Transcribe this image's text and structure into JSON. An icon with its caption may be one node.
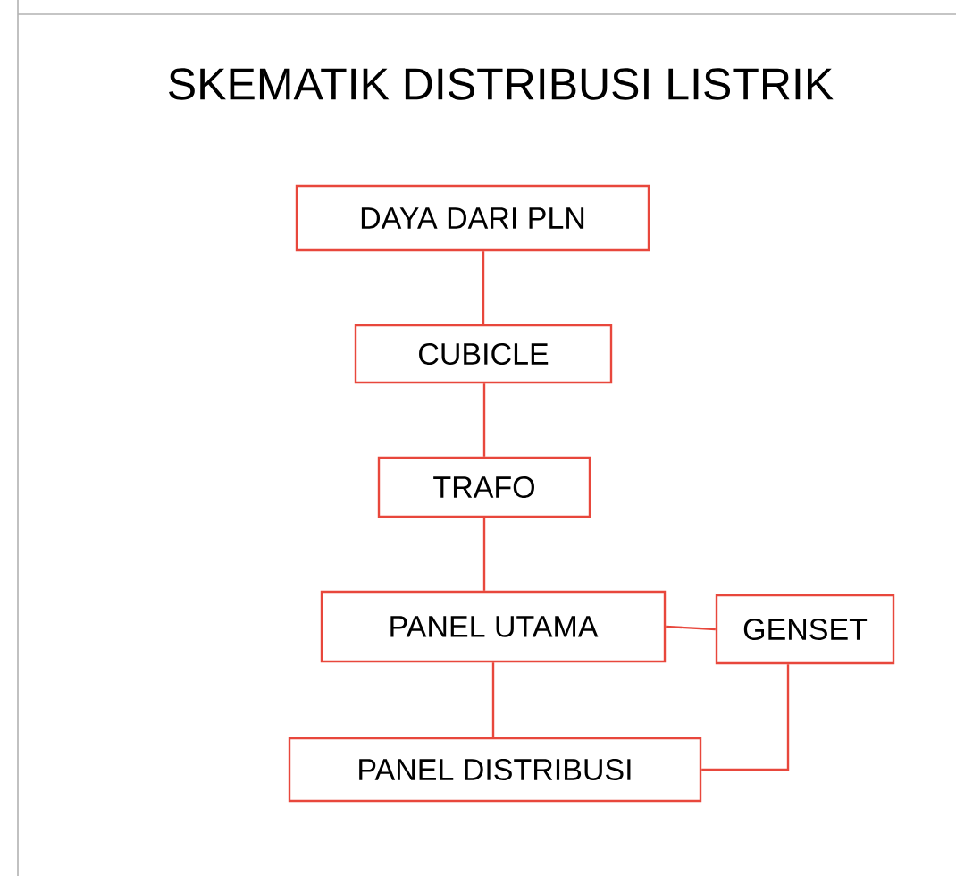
{
  "diagram": {
    "title": "SKEMATIK DISTRIBUSI LISTRIK",
    "nodes": [
      {
        "text": [
          "DAYA DARI PLN"
        ]
      },
      {
        "text": [
          "CUBICLE"
        ]
      },
      {
        "text": [
          "TRAFO"
        ]
      },
      {
        "text": [
          "PANEL UTAMA"
        ]
      },
      {
        "text": [
          "GENSET"
        ]
      },
      {
        "text": [
          "PANEL DISTRIBUSI"
        ]
      }
    ],
    "edges": [
      {
        "from": 0,
        "to": 1,
        "arrow": "none"
      },
      {
        "from": 1,
        "to": 2,
        "arrow": "none"
      },
      {
        "from": 2,
        "to": 3,
        "arrow": "none"
      },
      {
        "from": 4,
        "to": 3,
        "arrow": "none"
      },
      {
        "from": 3,
        "to": 5,
        "arrow": "none"
      },
      {
        "from": 4,
        "to": 5,
        "arrow": "none"
      }
    ]
  }
}
